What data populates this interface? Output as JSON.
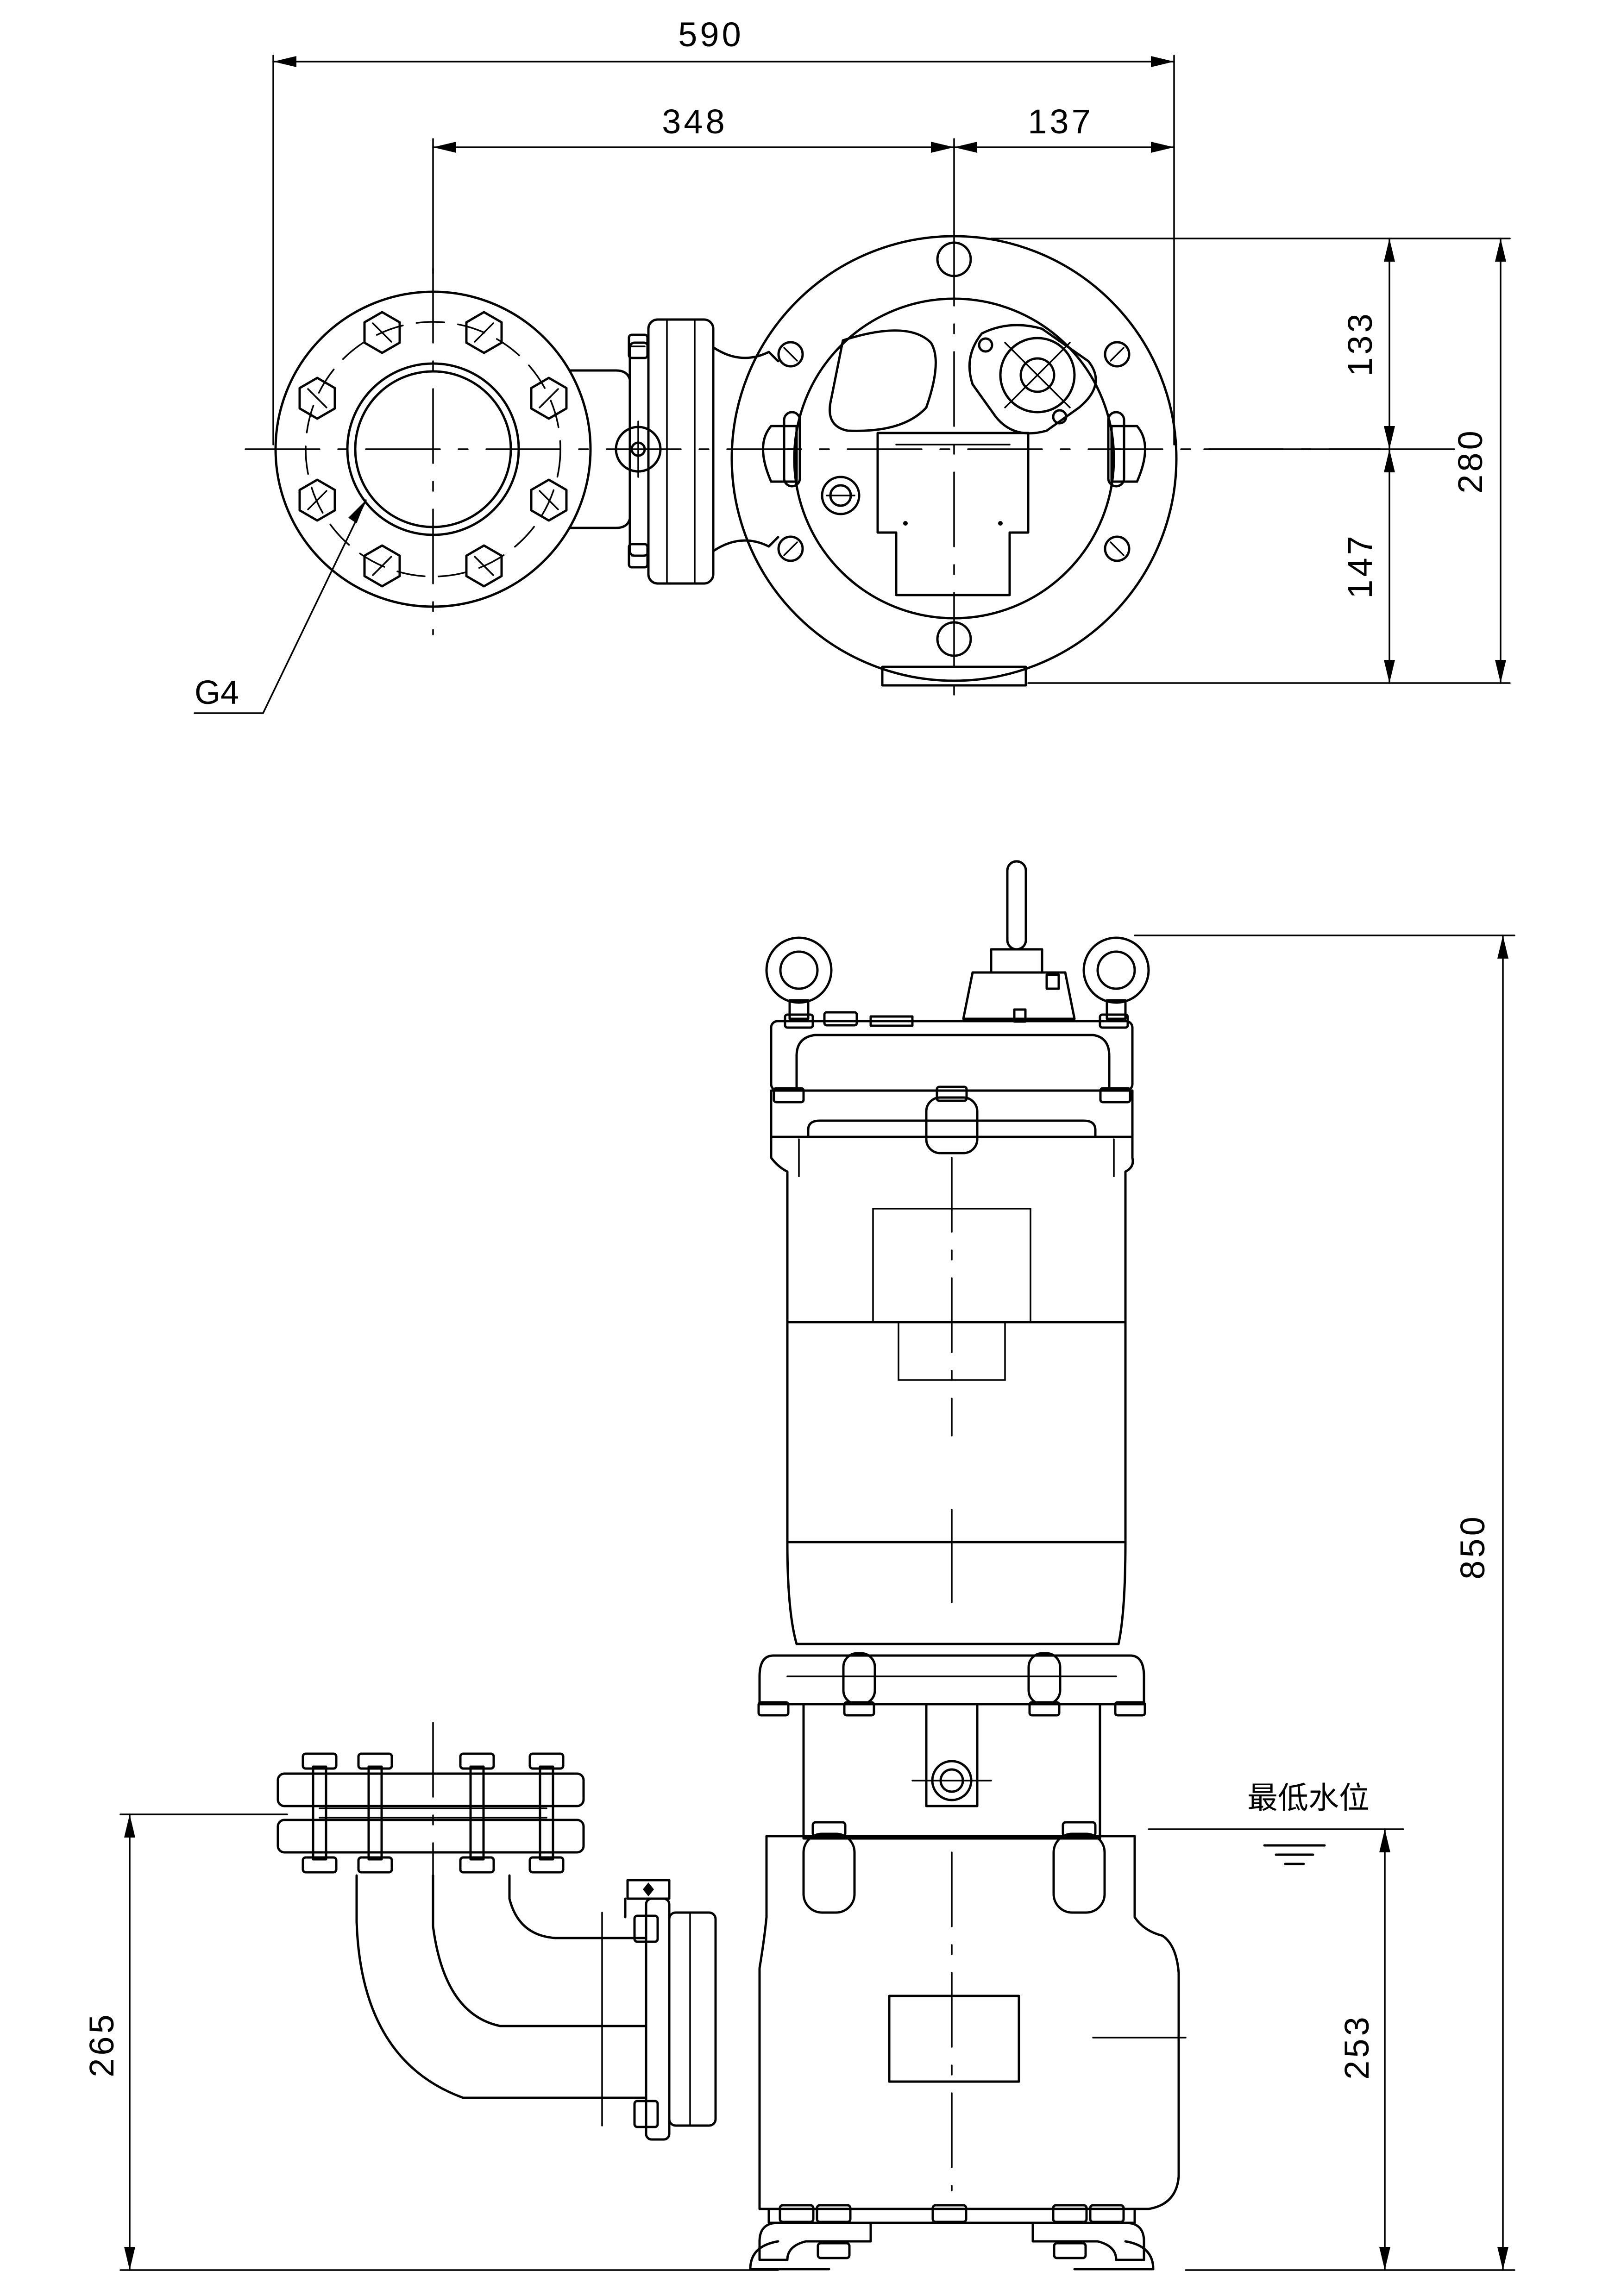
{
  "dimensions": {
    "total_width": "590",
    "flange_to_center": "348",
    "center_to_edge": "137",
    "upper_half": "133",
    "lower_half": "147",
    "plan_depth": "280",
    "total_height": "850",
    "discharge_height": "265",
    "min_level_height": "253"
  },
  "labels": {
    "bore_size": "G4",
    "min_water_level": "最低水位"
  }
}
